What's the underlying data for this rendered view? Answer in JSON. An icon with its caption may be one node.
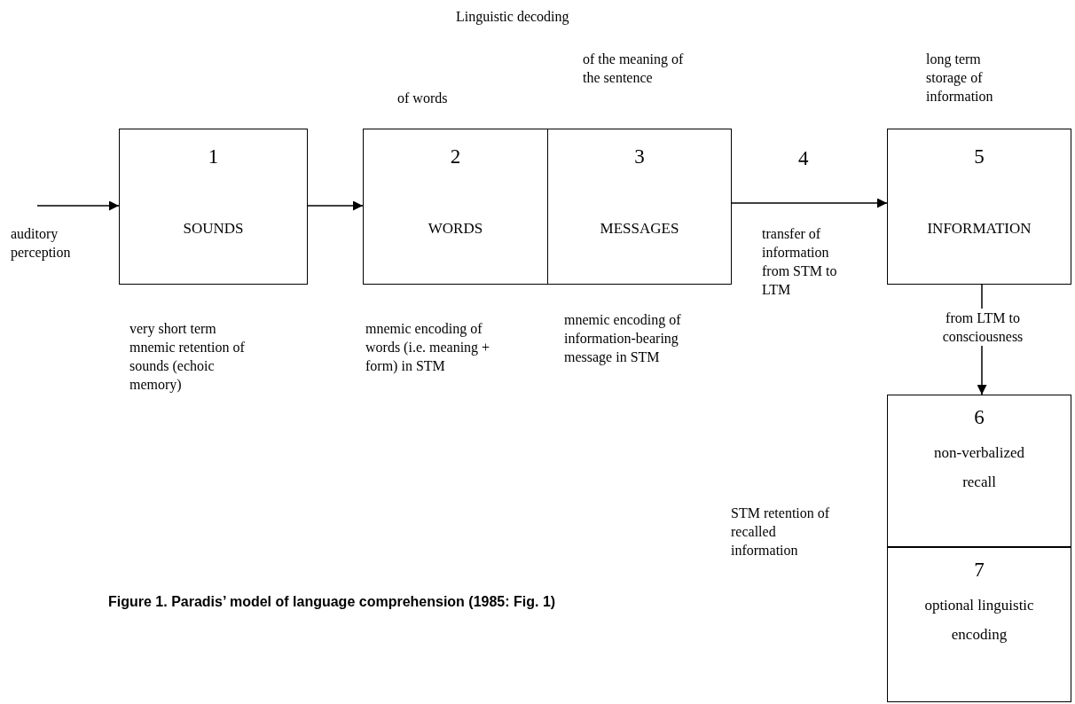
{
  "diagram": {
    "caption": "Figure 1. Paradis’ model of language comprehension (1985: Fig. 1)",
    "nodes": [
      {
        "text": [
          "1",
          "SOUNDS"
        ],
        "beside": [
          "very short term mnemic retention of sounds (echoic memory)"
        ]
      },
      {
        "text": [
          "2",
          "WORDS"
        ],
        "beside": [
          "of words",
          "mnemic encoding of words (i.e. meaning + form) in STM"
        ]
      },
      {
        "text": [
          "3",
          "MESSAGES"
        ],
        "beside": [
          "of the meaning of the sentence",
          "mnemic encoding of information-bearing message in STM"
        ]
      },
      {
        "text": [
          "5",
          "INFORMATION"
        ],
        "beside": [
          "long term storage of information"
        ]
      },
      {
        "text": [
          "6",
          "non-verbalized recall"
        ]
      },
      {
        "text": [
          "7",
          "optional linguistic encoding"
        ]
      }
    ],
    "edges": [
      {
        "from": null,
        "to": 0,
        "arrow": "to",
        "label": "auditory perception"
      },
      {
        "from": 0,
        "to": 1,
        "arrow": "to"
      },
      {
        "from": 2,
        "to": 3,
        "arrow": "to",
        "label": "4"
      },
      {
        "from": 3,
        "to": 4,
        "arrow": "to",
        "label": "from LTM to consciousness"
      }
    ],
    "labels": [
      "Linguistic decoding",
      "transfer of information from STM to LTM",
      "STM retention of recalled information"
    ]
  }
}
